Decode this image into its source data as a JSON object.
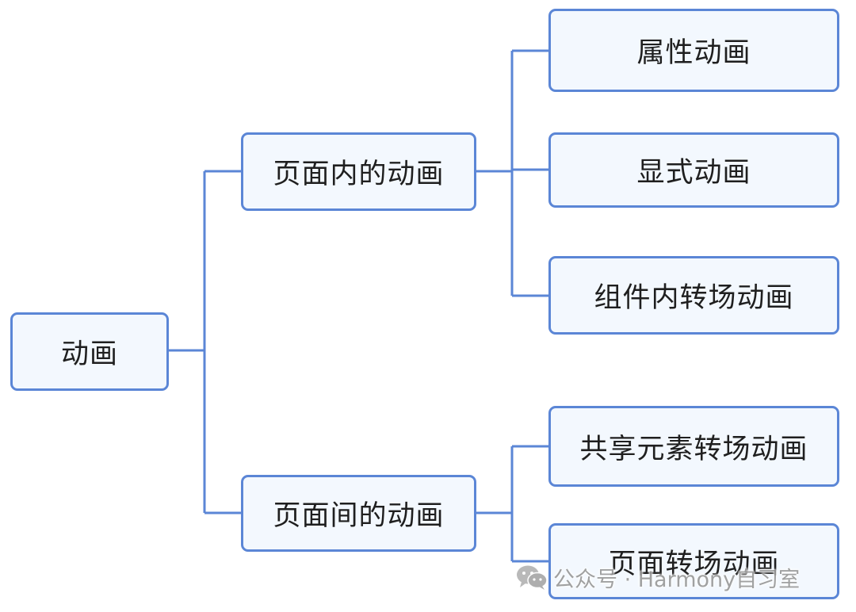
{
  "diagram": {
    "root": {
      "label": "动画"
    },
    "branches": [
      {
        "label": "页面内的动画",
        "children": [
          {
            "label": "属性动画"
          },
          {
            "label": "显式动画"
          },
          {
            "label": "组件内转场动画"
          }
        ]
      },
      {
        "label": "页面间的动画",
        "children": [
          {
            "label": "共享元素转场动画"
          },
          {
            "label": "页面转场动画"
          }
        ]
      }
    ]
  },
  "watermark": {
    "text": "公众号 · Harmony自习室",
    "icon": "wechat-icon"
  },
  "colors": {
    "line": "#5b86d6",
    "node_border": "#5b86d6",
    "node_fill": "#f3f8fe",
    "text": "#1f1f1f"
  }
}
